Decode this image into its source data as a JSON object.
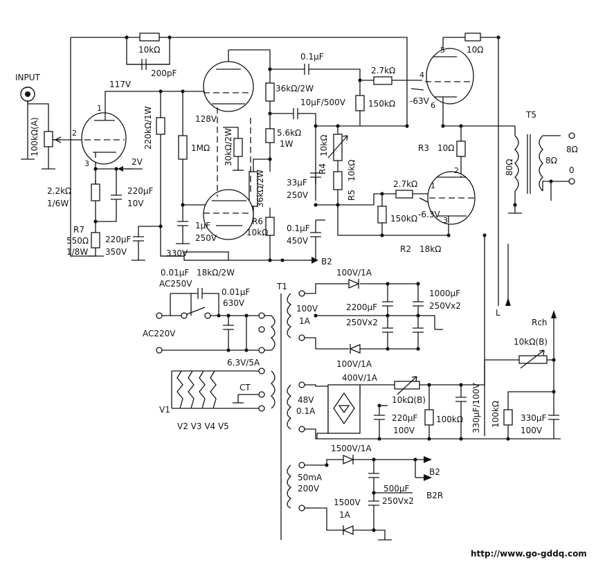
{
  "labels": {
    "input": "INPUT",
    "r_fb": "10kΩ",
    "c_fb": "200pF",
    "c_coupling": "0.1μF",
    "r_grid1": "2.7kΩ",
    "r_grid2": "2.7kΩ",
    "r_plate_out": "10Ω",
    "v117": "117V",
    "v128": "128V",
    "v2": "2V",
    "v63a": "-63V",
    "v63b": "-6.3V",
    "v330": "330V",
    "pot_in": "100kΩ(A)",
    "r_220k": "220kΩ/1W",
    "r_1m": "1MΩ",
    "r_30k": "30kΩ/2W",
    "r_36k_top": "36kΩ/2W",
    "r_56k": "5.6kΩ",
    "r_56k_w": "1W",
    "c_10u": "10μF/500V",
    "r_150k_top": "150kΩ",
    "r_150k_bot": "150kΩ",
    "r4": "R4",
    "r4_val": "10kΩ",
    "r5": "R5",
    "r5_val": "10kΩ",
    "c_33u": "33μF",
    "c_33u_v": "250V",
    "r_36k_bot": "36kΩ/2W",
    "r6": "R6",
    "r6_val": "10kΩ",
    "c_01u_450": "0.1μF",
    "c_01u_450_v": "450V",
    "r3": "R3",
    "r3_val": "10Ω",
    "r2": "R2",
    "r2_val": "18kΩ",
    "r_22k": "2.2kΩ",
    "r_22k_w": "1/6W",
    "c_220u_10v": "220μF",
    "c_220u_10v_v": "10V",
    "r7": "R7",
    "r7_val": "550Ω",
    "r7_w": "1/8W",
    "c_1u": "1μF",
    "c_1u_v": "250V",
    "c_220u_350": "220μF",
    "c_220u_350_v": "350V",
    "r_18k_2w": "18kΩ/2W",
    "b2": "B2",
    "b2_lower": "B2",
    "b2r": "B2R",
    "c_ac_cap": "0.01μF",
    "c_ac_cap_v": "AC250V",
    "c_630": "0.01μF",
    "c_630_v": "630V",
    "ac220": "AC220V",
    "t1": "T1",
    "t5": "T5",
    "out_80": "8Ω",
    "out_0": "0",
    "t5_pri": "80Ω",
    "t5_sec": "8Ω",
    "d_100v_top": "100V/1A",
    "d_100v_bot": "100V/1A",
    "sec_100v": "100V",
    "sec_1a": "1A",
    "c_2200": "2200μF",
    "c_2200_v": "250Vx2",
    "c_1000": "1000μF",
    "c_1000_v": "250Vx2",
    "heater": "6.3V/5A",
    "ct": "CT",
    "v1": "V1",
    "v2v5": "V2 V3 V4 V5",
    "bridge_v": "400V/1A",
    "sec_48v": "48V",
    "sec_01a": "0.1A",
    "c_220u_100v": "220μF",
    "c_220u_100v_v": "100V",
    "pot_10kb_a": "10kΩ(B)",
    "pot_10kb_b": "10kΩ(B)",
    "r_100k_a": "100kΩ",
    "r_100k_b": "100kΩ",
    "c_330_100": "330μF/100V",
    "c_330": "330μF",
    "c_330_v": "100V",
    "l_label": "L",
    "rch_label": "Rch",
    "d_1500_top": "1500V/1A",
    "d_1500_bot": "1500V",
    "d_1500_bot_a": "1A",
    "sec_50ma": "50mA",
    "sec_200v": "200V",
    "c_500": "500μF",
    "c_500_v": "250Vx2",
    "pin1": "1",
    "pin2": "2",
    "pin3": "3",
    "pin4": "4",
    "pin5": "5",
    "pin6": "6",
    "pinb1": "1",
    "pinb2": "2",
    "pinb3": "3",
    "watermark": "http://www.go-gddq.com"
  }
}
